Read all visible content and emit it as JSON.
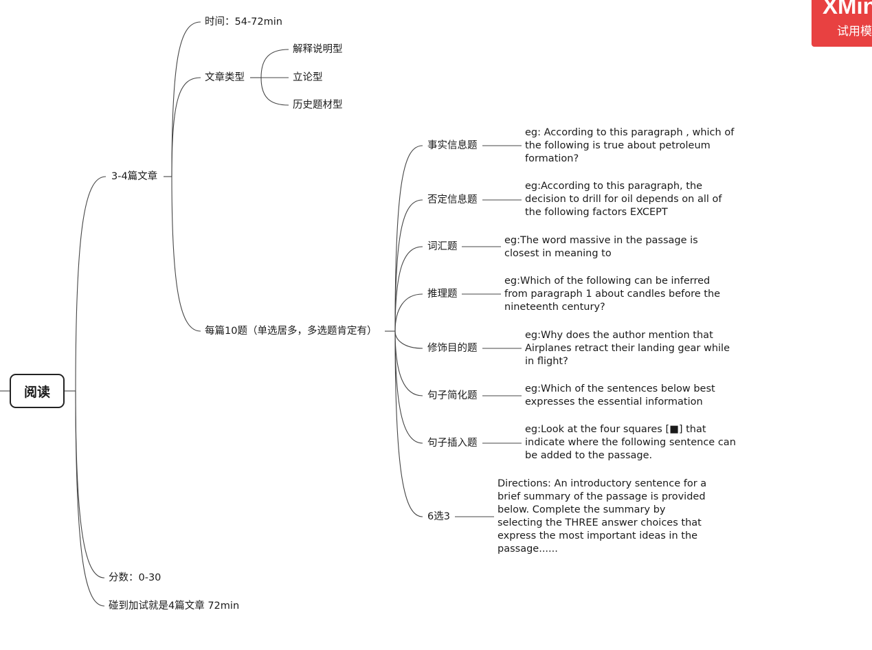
{
  "watermark": {
    "brand": "XMind",
    "sub": "试用模式"
  },
  "root": "阅读",
  "branches": {
    "time": "时间：54-72min",
    "articles": "3-4篇文章",
    "types": {
      "label": "文章类型",
      "items": [
        "解释说明型",
        "立论型",
        "历史题材型"
      ]
    },
    "questions": "每篇10题（单选居多，多选题肯定有）",
    "score": "分数：0-30",
    "extra": "碰到加试就是4篇文章 72min"
  },
  "question_types": [
    {
      "name": "事实信息题",
      "example": "eg:  According to this paragraph , which of the following is true about petroleum formation?"
    },
    {
      "name": "否定信息题",
      "example": "eg:According to this paragraph, the decision to drill for oil depends on all of the following factors EXCEPT"
    },
    {
      "name": "词汇题",
      "example": "eg:The word massive in the passage is closest in meaning to"
    },
    {
      "name": "推理题",
      "example": "eg:Which of the following can be inferred from paragraph 1 about candles before the nineteenth century?"
    },
    {
      "name": "修饰目的题",
      "example": "eg:Why does the author mention that Airplanes retract their landing gear while in flight?"
    },
    {
      "name": "句子简化题",
      "example": "eg:Which of the sentences below best expresses the essential information"
    },
    {
      "name": "句子插入题",
      "example": "eg:Look at the four squares [■] that indicate where the following sentence can be added to the passage."
    },
    {
      "name": "6选3",
      "example": "Directions: An introductory sentence for a brief summary of the passage is provided below. Complete the summary by selecting the THREE answer choices that express the most important ideas in the passage......"
    }
  ]
}
